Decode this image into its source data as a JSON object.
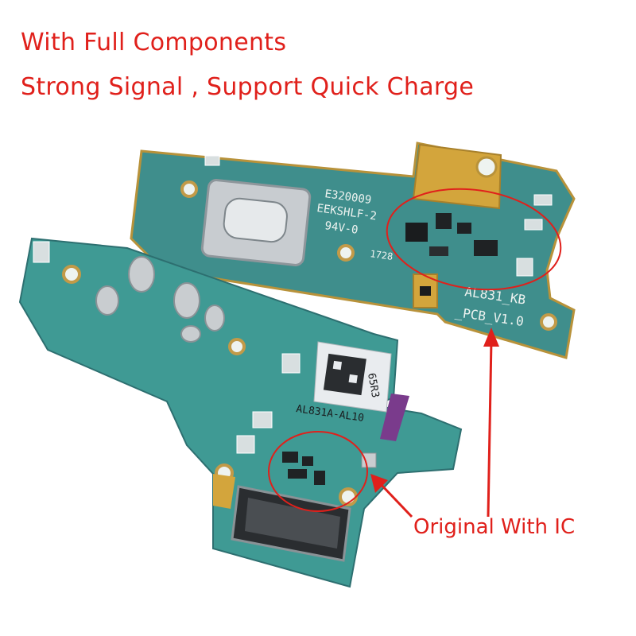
{
  "headline": {
    "line1": "With Full Components",
    "line2": "Strong Signal ,  Support Quick Charge"
  },
  "callout": "Original With IC",
  "silkscreen": {
    "code_top": "E320009",
    "code_mid": "EEKSHLF-2",
    "code_small": "94V-0",
    "date_code": "1728",
    "model_line1": "AL831_KB",
    "model_line2": "_PCB_V1.0",
    "label_model": "AL831A-AL10",
    "label_code": "65R3"
  },
  "colors": {
    "accent": "#e0201b",
    "pcb": "#3f8e8c",
    "pcb_dark": "#2d6f70",
    "gold": "#d3a53c"
  }
}
